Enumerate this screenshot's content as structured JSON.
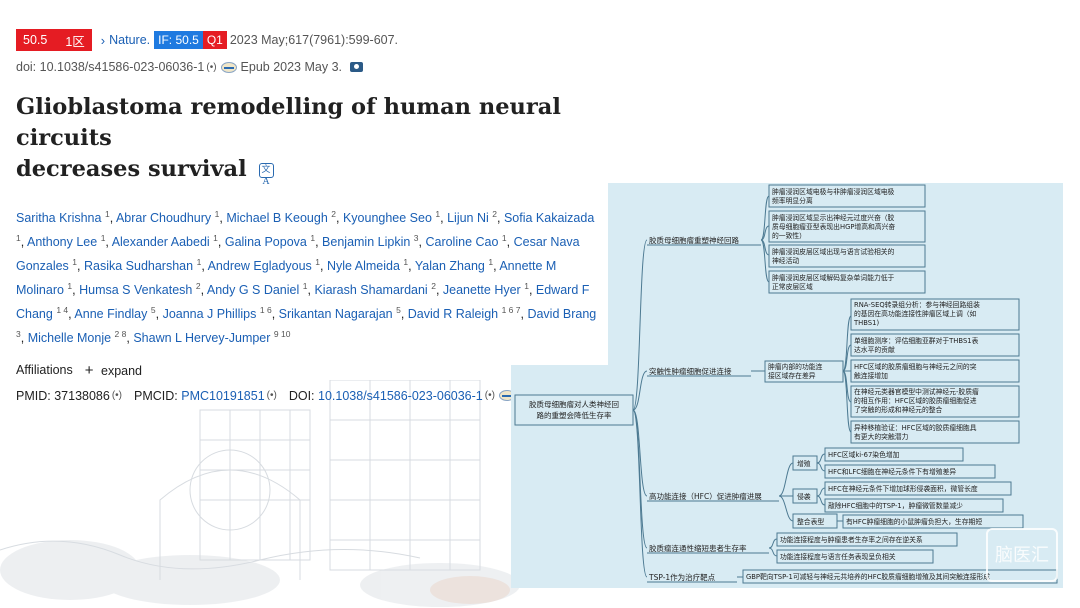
{
  "meta": {
    "score_badge": "50.5",
    "zone_badge": "1区",
    "journal": "Nature.",
    "if_badge": "IF: 50.5",
    "quartile": "Q1",
    "citation_date": "2023 May;617(7961):599-607.",
    "doi_line": "doi: 10.1038/s41586-023-06036-1",
    "epub": "Epub 2023 May 3.",
    "signal_glyph": "(•)"
  },
  "title_lines": [
    "Glioblastoma remodelling of human neural circuits",
    "decreases survival"
  ],
  "translate_icon_text": "文A",
  "authors": [
    {
      "name": "Saritha Krishna",
      "sup": "1"
    },
    {
      "name": "Abrar Choudhury",
      "sup": "1"
    },
    {
      "name": "Michael B Keough",
      "sup": "2"
    },
    {
      "name": "Kyounghee Seo",
      "sup": "1"
    },
    {
      "name": "Lijun Ni",
      "sup": "2"
    },
    {
      "name": "Sofia Kakaizada",
      "sup": "1"
    },
    {
      "name": "Anthony Lee",
      "sup": "1"
    },
    {
      "name": "Alexander Aabedi",
      "sup": "1"
    },
    {
      "name": "Galina Popova",
      "sup": "1"
    },
    {
      "name": "Benjamin Lipkin",
      "sup": "3"
    },
    {
      "name": "Caroline Cao",
      "sup": "1"
    },
    {
      "name": "Cesar Nava Gonzales",
      "sup": "1"
    },
    {
      "name": "Rasika Sudharshan",
      "sup": "1"
    },
    {
      "name": "Andrew Egladyous",
      "sup": "1"
    },
    {
      "name": "Nyle Almeida",
      "sup": "1"
    },
    {
      "name": "Yalan Zhang",
      "sup": "1"
    },
    {
      "name": "Annette M Molinaro",
      "sup": "1"
    },
    {
      "name": "Humsa S Venkatesh",
      "sup": "2"
    },
    {
      "name": "Andy G S Daniel",
      "sup": "1"
    },
    {
      "name": "Kiarash Shamardani",
      "sup": "2"
    },
    {
      "name": "Jeanette Hyer",
      "sup": "1"
    },
    {
      "name": "Edward F Chang",
      "sup": "1 4"
    },
    {
      "name": "Anne Findlay",
      "sup": "5"
    },
    {
      "name": "Joanna J Phillips",
      "sup": "1 6"
    },
    {
      "name": "Srikantan Nagarajan",
      "sup": "5"
    },
    {
      "name": "David R Raleigh",
      "sup": "1 6 7"
    },
    {
      "name": "David Brang",
      "sup": "3"
    },
    {
      "name": "Michelle Monje",
      "sup": "2 8"
    },
    {
      "name": "Shawn L Hervey-Jumper",
      "sup": "9 10"
    }
  ],
  "affiliations": {
    "label": "Affiliations",
    "expand": "expand"
  },
  "ids": {
    "pmid_label": "PMID:",
    "pmid": "37138086",
    "pmcid_label": "PMCID:",
    "pmcid": "PMC10191851",
    "doi_label": "DOI:",
    "doi": "10.1038/s41586-023-06036-1"
  },
  "mindmap": {
    "root": "胶质母细胞瘤对人类神经回路的重塑会降低生存率",
    "branches": [
      "胶质母细胞瘤重塑神经回路",
      "突触性肿瘤细胞促进连接",
      "高功能连接（HFC）促进肿瘤进展",
      "胶质瘤连通性缩短患者生存率",
      "TSP-1作为治疗靶点"
    ],
    "b1_leaves": [
      "肿瘤浸润区域电极与非肿瘤浸润区域电极频率明显分离",
      "肿瘤浸润区域显示出神经元过度兴奋（胶质母细胞瘤亚型表现出HGP增高和高兴奋的一致性）",
      "肿瘤浸润皮层区域出现与语言试验相关的神经活动",
      "肿瘤浸润皮层区域解码复杂单词能力低于正常皮层区域"
    ],
    "b2_mid": "肿瘤内部的功能连接区域存在差异",
    "b2_leaves": [
      "RNA-SEQ转录组分析：参与神经回路组装的基因在高功能连接性肿瘤区域上调（如THBS1）",
      "单细胞测序：评估细胞亚群对于THBS1表达水平的贡献",
      "HFC区域的胶质瘤细胞与神经元之间的突触连接增加",
      "在神经元类器官模型中测试神经元-胶质瘤的相互作用：HFC区域的胶质瘤细胞促进了突触的形成和神经元的整合",
      "异种移植验证：HFC区域的胶质瘤细胞具有更大的突触潜力"
    ],
    "b3_mids": [
      "增殖",
      "侵袭",
      "整合表型"
    ],
    "b3_leaves": [
      "HFC区域ki-67染色增加",
      "HFC和LFC细胞在神经元条件下有增殖差异",
      "HFC在神经元条件下增加球形侵袭面积，微管长度",
      "敲除HFC细胞中的TSP-1，肿瘤微管数量减少",
      "有HFC肿瘤细胞的小鼠肿瘤负担大，生存期短"
    ],
    "b4_leaves": [
      "功能连接程度与肿瘤患者生存率之间存在逆关系",
      "功能连接程度与语言任务表现呈负相关"
    ],
    "b5_leaf": "GBP靶向TSP-1可减轻与神经元共培养的HFC胶质瘤细胞增殖及其间突触连接形成"
  },
  "watermark": "脑医汇"
}
